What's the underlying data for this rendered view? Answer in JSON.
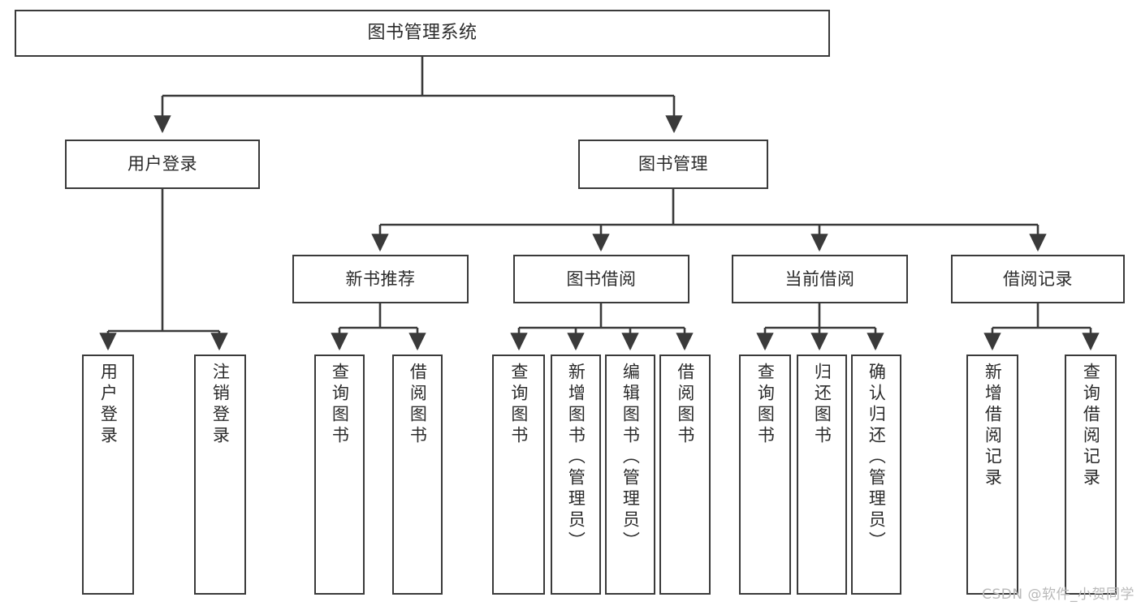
{
  "diagram": {
    "title": "图书管理系统",
    "type": "tree-hierarchy",
    "watermark": "CSDN @软件_小贺同学",
    "colors": {
      "stroke": "#3a3a3a",
      "fill": "#ffffff",
      "text": "#2b2b2b",
      "watermark": "#b9b9b9"
    },
    "nodes": {
      "root": {
        "label": "图书管理系统"
      },
      "level2": [
        {
          "label": "用户登录"
        },
        {
          "label": "图书管理"
        }
      ],
      "level3": [
        {
          "label": "新书推荐"
        },
        {
          "label": "图书借阅"
        },
        {
          "label": "当前借阅"
        },
        {
          "label": "借阅记录"
        }
      ],
      "leaves": {
        "user_login": [
          {
            "label": "用户登录"
          },
          {
            "label": "注销登录"
          }
        ],
        "new_book_recommend": [
          {
            "label": "查询图书"
          },
          {
            "label": "借阅图书"
          }
        ],
        "book_borrow": [
          {
            "label": "查询图书"
          },
          {
            "label": "新增图书（管理员）"
          },
          {
            "label": "编辑图书（管理员）"
          },
          {
            "label": "借阅图书"
          }
        ],
        "current_borrow": [
          {
            "label": "查询图书"
          },
          {
            "label": "归还图书"
          },
          {
            "label": "确认归还（管理员）"
          }
        ],
        "borrow_record": [
          {
            "label": "新增借阅记录"
          },
          {
            "label": "查询借阅记录"
          }
        ]
      }
    }
  }
}
